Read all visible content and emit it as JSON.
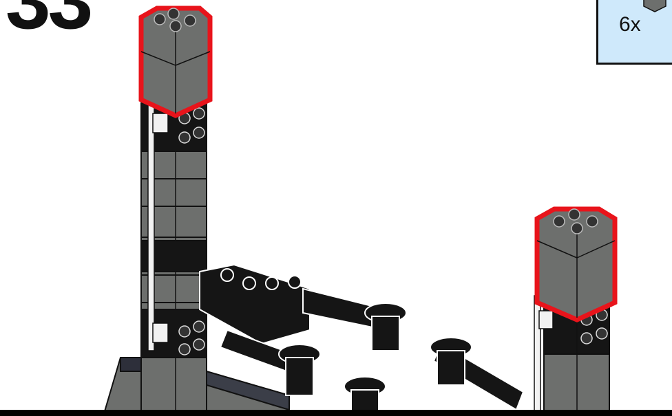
{
  "step": {
    "number": "33"
  },
  "parts_callout": {
    "quantity": "6x",
    "part_icon": "dark-gray-2x2-brick"
  },
  "highlight_color": "#e8141b",
  "colors": {
    "brick_dark_gray": "#6d6f6d",
    "brick_black": "#151515",
    "rod_white": "#f2f2f2",
    "callout_background": "#cfe9fb"
  }
}
